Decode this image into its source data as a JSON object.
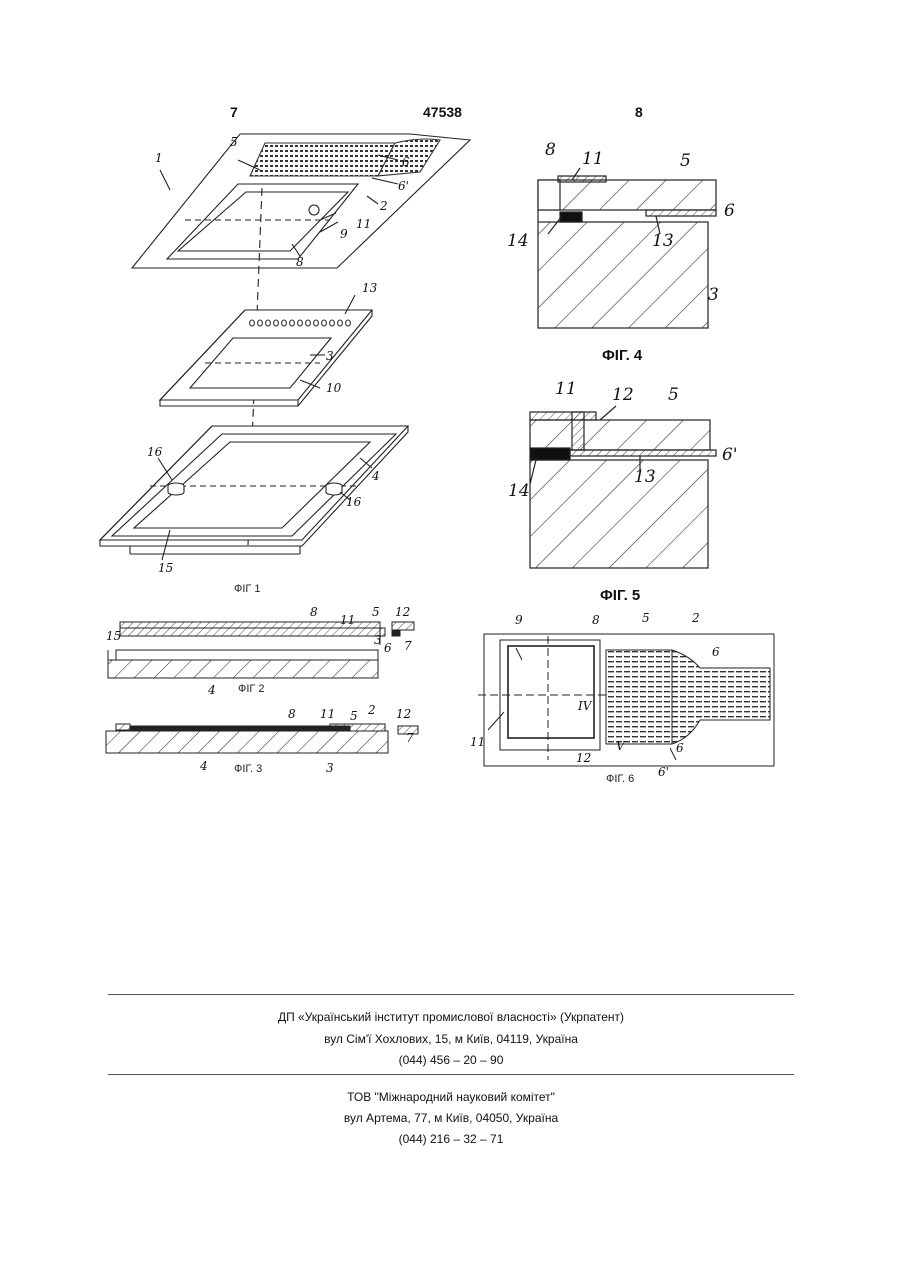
{
  "header": {
    "page_left": "7",
    "doc_number": "47538",
    "page_right": "8"
  },
  "figures": {
    "fig1": {
      "caption": "ФІГ 1",
      "refs": [
        "1",
        "5",
        "6",
        "6'",
        "2",
        "11",
        "9",
        "8",
        "13",
        "3",
        "10",
        "16",
        "4",
        "16",
        "15"
      ]
    },
    "fig2": {
      "caption": "ФІГ 2",
      "refs": [
        "8",
        "11",
        "5",
        "12",
        "15",
        "3",
        "6",
        "7",
        "4"
      ]
    },
    "fig3": {
      "caption": "ФІГ. 3",
      "refs": [
        "8",
        "11",
        "5",
        "2",
        "12",
        "4",
        "3",
        "7"
      ]
    },
    "fig4": {
      "caption": "ФІГ. 4",
      "refs": [
        "8",
        "11",
        "5",
        "6",
        "14",
        "13",
        "3"
      ]
    },
    "fig5": {
      "caption": "ФІГ. 5",
      "refs": [
        "11",
        "12",
        "5",
        "6'",
        "14",
        "13"
      ]
    },
    "fig6": {
      "caption": "ФІГ. 6",
      "refs": [
        "9",
        "8",
        "5",
        "2",
        "6",
        "11",
        "12",
        "6'",
        "IV",
        "V"
      ]
    }
  },
  "footer": {
    "org1_name": "ДП «Український інститут промислової власності» (Укрпатент)",
    "org1_address": "вул  Сім'ї Хохлових, 15, м  Київ, 04119, Україна",
    "org1_phone": "(044) 456 – 20 –  90",
    "org2_name": "ТОВ \"Міжнародний науковий комітет\"",
    "org2_address": "вул  Артема, 77, м  Київ, 04050, Україна",
    "org2_phone": "(044) 216 – 32 – 71"
  }
}
